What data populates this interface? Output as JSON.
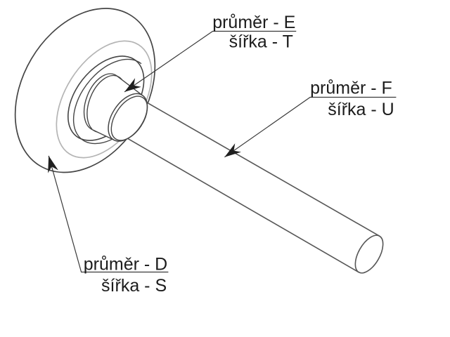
{
  "diagram": {
    "title": "roller-with-axle-technical-drawing",
    "labels": {
      "hub": {
        "line1": "průměr - E",
        "line2": "šířka - T"
      },
      "shaft": {
        "line1": "průměr - F",
        "line2": "šířka - U"
      },
      "wheel": {
        "line1": "průměr - D",
        "line2": "šířka - S"
      }
    },
    "colors": {
      "background": "#ffffff",
      "outline": "#454545",
      "shaft_edge": "#575757",
      "tread_gray": "#b5b5b5",
      "leader": "#3a3a3a",
      "arrow_fill": "#1f1f1f",
      "text": "#1c1c1c"
    }
  }
}
